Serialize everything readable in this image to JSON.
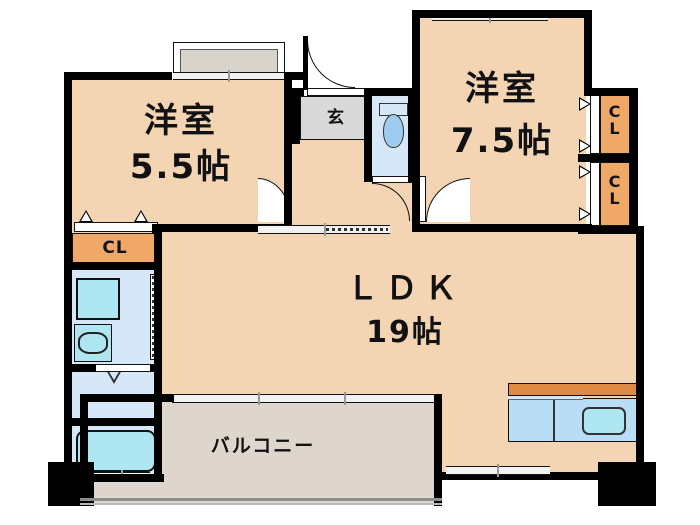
{
  "plan": {
    "type": "japanese-floor-plan",
    "title": "間取り図",
    "rooms": [
      {
        "id": "washitsu-left",
        "name": "洋室",
        "area": "5.5帖",
        "label_full": "洋室 5.5帖"
      },
      {
        "id": "washitsu-right",
        "name": "洋室",
        "area": "7.5帖",
        "label_full": "洋室 7.5帖"
      },
      {
        "id": "ldk",
        "name": "ＬＤＫ",
        "area": "19帖",
        "label_full": "ＬＤＫ 19帖"
      }
    ],
    "labels": {
      "room_left_name": "洋室",
      "room_left_area": "5.5帖",
      "room_right_name": "洋室",
      "room_right_area": "7.5帖",
      "ldk_name": "ＬＤＫ",
      "ldk_area": "19帖",
      "genkan": "玄",
      "balcony": "バルコニー",
      "closet_left": "CL",
      "closet_right_upper": "CL",
      "closet_right_lower": "CL"
    },
    "colors": {
      "room_fill": "#f3d5b4",
      "balcony_fill": "#ded6cd",
      "closet_fill": "#f0a868",
      "water_fill": "#d6e8f7",
      "tub_fill": "#aee6f2",
      "counter_fill": "#b9ddf5",
      "counter_top": "#e08b45",
      "genkan_fill": "#d9d9d9",
      "wall": "#000000",
      "background": "#ffffff"
    },
    "fixtures": [
      {
        "id": "toilet",
        "name": "toilet"
      },
      {
        "id": "bathtub",
        "name": "bathtub"
      },
      {
        "id": "washbasin",
        "name": "washbasin"
      },
      {
        "id": "washer-space",
        "name": "washing-machine-space"
      },
      {
        "id": "kitchen-sink",
        "name": "kitchen-sink"
      },
      {
        "id": "bay-window",
        "name": "bay-window"
      }
    ]
  }
}
